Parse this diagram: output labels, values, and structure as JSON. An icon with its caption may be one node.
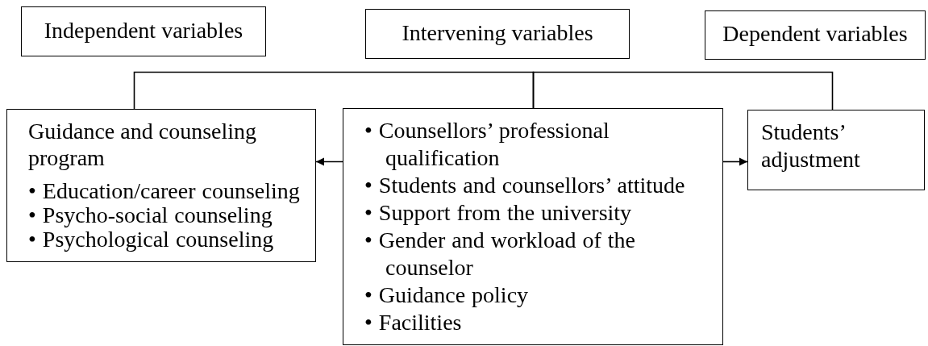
{
  "diagram": {
    "nodes": [
      {
        "text": [
          "Independent variables"
        ]
      },
      {
        "text": [
          "Intervening variables"
        ]
      },
      {
        "text": [
          "Dependent variables"
        ]
      },
      {
        "text": [
          "Guidance and counseling program",
          "• Education/career counseling",
          "• Psycho-social counseling",
          "• Psychological counseling"
        ]
      },
      {
        "text": [
          "• Counsellors’ professional qualification",
          "• Students and counsellors’ attitude",
          "• Support from the university",
          "• Gender and workload of the counselor",
          "• Guidance policy",
          "• Facilities"
        ]
      },
      {
        "text": [
          "Students’ adjustment"
        ]
      }
    ],
    "edges": [
      {
        "from": 4,
        "to": 3,
        "arrow": "to"
      },
      {
        "from": 4,
        "to": 5,
        "arrow": "to"
      },
      {
        "from": 4,
        "to": 3,
        "arrow": "none"
      },
      {
        "from": 4,
        "to": 5,
        "arrow": "none"
      }
    ]
  }
}
